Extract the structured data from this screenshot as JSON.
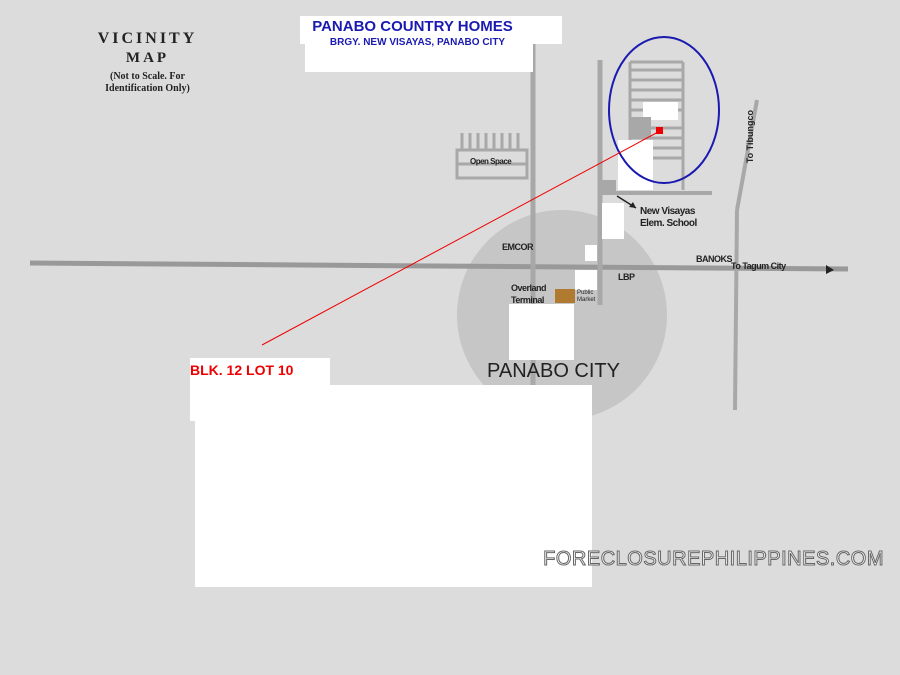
{
  "title": {
    "line1": "VICINITY",
    "line2": "MAP",
    "note_line1": "(Not to Scale. For",
    "note_line2": "Identification Only)"
  },
  "header": {
    "name": "PANABO COUNTRY HOMES",
    "address": "BRGY. NEW VISAYAS, PANABO CITY"
  },
  "labels": {
    "open_space": "Open Space",
    "school_line1": "New Visayas",
    "school_line2": "Elem. School",
    "emcor": "EMCOR",
    "banoks": "BANOKS",
    "to_tagum": "To Tagum City",
    "lbp": "LBP",
    "overland_line1": "Overland",
    "overland_line2": "Terminal",
    "market_line1": "Public",
    "market_line2": "Market",
    "to_north": "To Tibungco",
    "city": "PANABO CITY"
  },
  "property": {
    "lot": "BLK. 12 LOT 10"
  },
  "watermark": "FORECLOSUREPHILIPPINES.COM",
  "colors": {
    "background": "#dcdcdc",
    "road": "#a0a0a0",
    "marker": "#e00000",
    "circle": "#1a1ab0",
    "city_zone": "#c4c4c4"
  }
}
